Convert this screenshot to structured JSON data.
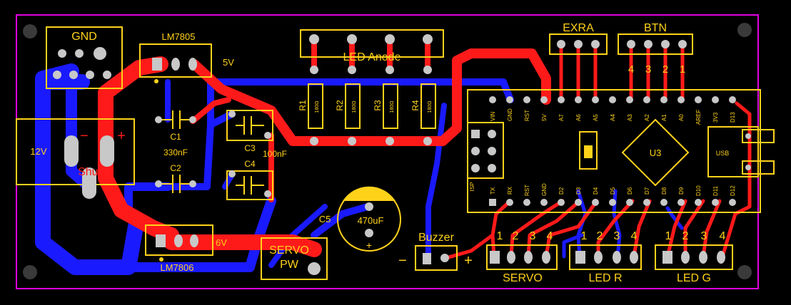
{
  "colors": {
    "background": "#000000",
    "board_outline": "#e000e0",
    "top_copper": "#ff1a1a",
    "bottom_copper": "#1a1aff",
    "silkscreen": "#ffd21a",
    "pad": "#c8c8c8",
    "hole": "#000000",
    "mount_hole": "#3a3a3a"
  },
  "labels": {
    "gnd": "GND",
    "lm7805": "LM7805",
    "v5": "5V",
    "led_anode": "LED Anode",
    "exra": "EXRA",
    "btn": "BTN",
    "btn_1": "1",
    "btn_2": "2",
    "btn_3": "3",
    "btn_4": "4",
    "v12": "12V",
    "minus": "−",
    "plus": "+",
    "shunt": "Shunt",
    "c1": "C1",
    "c1_val": "330nF",
    "c2": "C2",
    "c3": "C3",
    "c3_val": "100nF",
    "c4": "C4",
    "c5": "C5",
    "c5_val": "470uF",
    "r1": "R1",
    "r2": "R2",
    "r3": "R3",
    "r4": "R4",
    "r_val": "180Ω",
    "lm7806": "LM7806",
    "v6": "6V",
    "servo_pw_1": "SERVO",
    "servo_pw_2": "PW",
    "buzzer": "Buzzer",
    "buzz_minus": "−",
    "buzz_plus": "+",
    "servo": "SERVO",
    "led_r": "LED R",
    "led_g": "LED G",
    "h1": "1",
    "h2": "2",
    "h3": "3",
    "h4": "4",
    "u3": "U3",
    "usb": "USB",
    "isp": "ISP",
    "pin_vin": "VIN",
    "pin_gnd": "GND",
    "pin_rst": "RST",
    "pin_5v": "5V",
    "pin_a7": "A7",
    "pin_a6": "A6",
    "pin_a5": "A5",
    "pin_a4": "A4",
    "pin_a3": "A3",
    "pin_a2": "A2",
    "pin_a1": "A1",
    "pin_a0": "A0",
    "pin_aref": "AREF",
    "pin_3v3": "3V3",
    "pin_d13": "D13",
    "pin_tx": "TX",
    "pin_rx": "RX",
    "pin_rst2": "RST",
    "pin_gnd2": "GND",
    "pin_d2": "D2",
    "pin_d3": "D3",
    "pin_d4": "D4",
    "pin_d5": "D5",
    "pin_d6": "D6",
    "pin_d7": "D7",
    "pin_d8": "D8",
    "pin_d9": "D9",
    "pin_d10": "D10",
    "pin_d11": "D11",
    "pin_d12": "D12"
  }
}
